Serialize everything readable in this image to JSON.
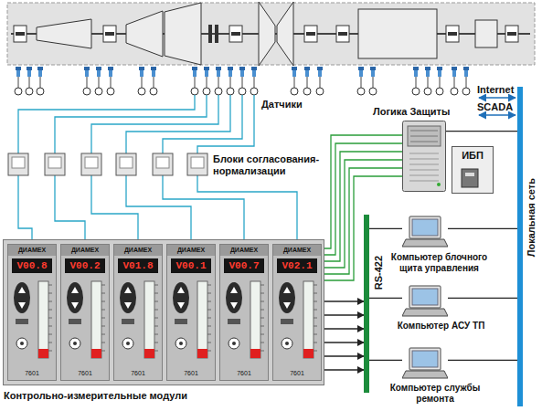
{
  "diagram": {
    "nodes": [
      {
        "text": [
          "Контрольно-измерительные модули"
        ]
      },
      {
        "text": [
          "ДИАМЕХ",
          "V00.8",
          "7601"
        ],
        "in": 0
      },
      {
        "text": [
          "ДИАМЕХ",
          "V00.2",
          "7601"
        ],
        "in": 0
      },
      {
        "text": [
          "ДИАМЕХ",
          "V01.8",
          "7601"
        ],
        "in": 0
      },
      {
        "text": [
          "ДИАМЕХ",
          "V00.1",
          "7601"
        ],
        "in": 0
      },
      {
        "text": [
          "ДИАМЕХ",
          "V00.7",
          "7601"
        ],
        "in": 0
      },
      {
        "text": [
          "ДИАМЕХ",
          "V02.1",
          "7601"
        ],
        "in": 0
      },
      {
        "text": [
          "Логика Защиты"
        ]
      },
      {
        "text": [
          "ИБП"
        ]
      },
      {
        "text": [
          "RS-422"
        ]
      },
      {
        "text": [
          "Локальная сеть"
        ]
      },
      {
        "text": [
          "Компьютер блочного щита управления"
        ]
      },
      {
        "text": [
          "Компьютер АСУ ТП"
        ]
      },
      {
        "text": [
          "Компьютер службы ремонта"
        ]
      }
    ],
    "edges": [
      {
        "from": 0,
        "to": 7,
        "arrow": "none"
      },
      {
        "from": 0,
        "to": 9,
        "arrow": "to"
      },
      {
        "from": 9,
        "to": 11,
        "arrow": "none"
      },
      {
        "from": 9,
        "to": 12,
        "arrow": "none"
      },
      {
        "from": 9,
        "to": 13,
        "arrow": "none"
      },
      {
        "from": 7,
        "to": 10,
        "arrow": "none"
      },
      {
        "from": 11,
        "to": 10,
        "arrow": "none"
      },
      {
        "from": 12,
        "to": 10,
        "arrow": "none"
      },
      {
        "from": 13,
        "to": 10,
        "arrow": "none"
      }
    ],
    "labels": [
      "Датчики",
      "Блоки согласования-нормализации",
      "Internet",
      "SCADA"
    ]
  }
}
